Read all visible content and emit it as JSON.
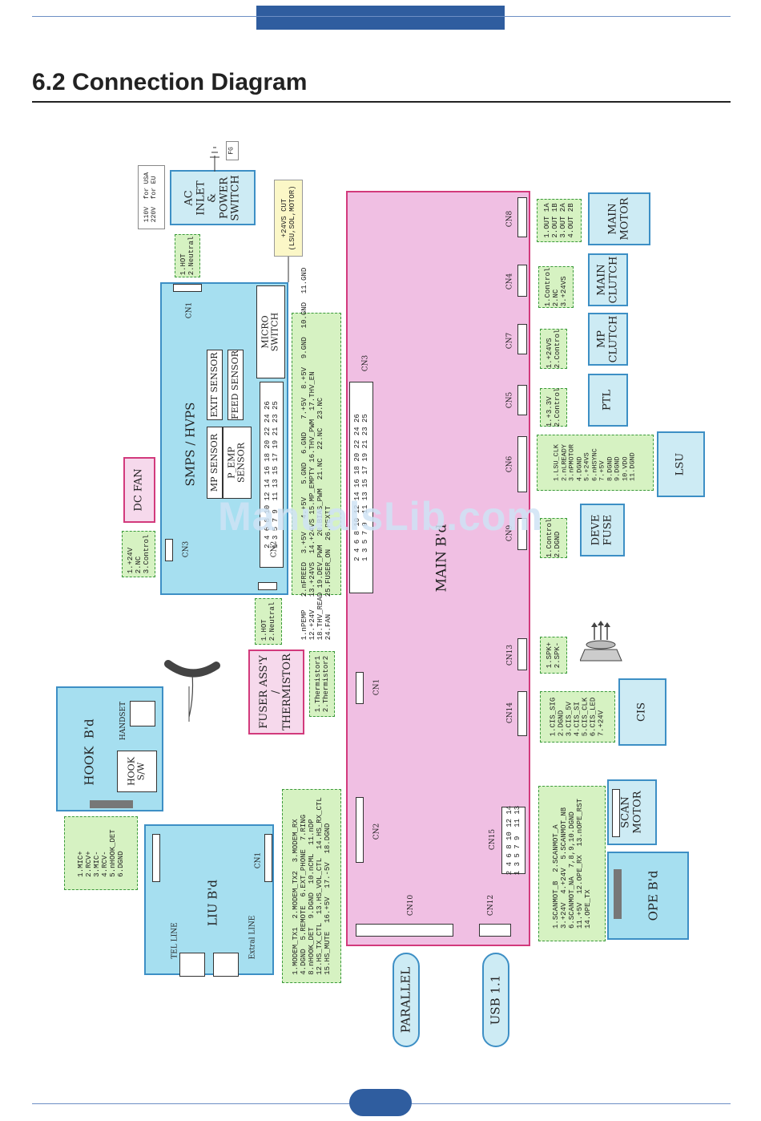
{
  "page": {
    "title": "6.2  Connection Diagram",
    "watermark": "ManualsLib.com"
  },
  "blocks": {
    "power_note": "110V  for USA\n220V  for EU",
    "fg": "FG",
    "ac_inlet": "AC\nINLET\n&\nPOWER\nSWITCH",
    "ac_pins": "1.HOT\n2.Neutral",
    "smps": "SMPS / HVPS",
    "smps_cn1": "CN1",
    "smps_cn2": "CN2",
    "smps_cn3": "CN3",
    "micro_switch": "MICRO\nSWITCH",
    "micro_note": "+24VS CUT\n(LSU,SOL,MOTOR)",
    "exit_sensor": "EXIT SENSOR",
    "feed_sensor": "FEED SENSOR",
    "mp_sensor": "MP SENSOR",
    "p_emp_sensor": "P_EMP\nSENSOR",
    "smps_pins_even": "2 4 6 8 10 12 14 16 18 20 22 24 26",
    "smps_pins_odd": "1 3 5 7 9  11 13 15 17 19 21 23 25",
    "dc_fan": "DC FAN",
    "fan_pins": "1.+24V\n2.NC\n3.Control",
    "cn3_pins": "1.nPEMP   2.nFREED  3.+5V   4.+5V   5.GND  6.GND   7.+5V  8.+5V  9.GND  10.GND  11.GND\n12.+24V   13.+24VS  14.+24VS 15.MP_EMPTY 16.THV_PWM  17.THV_EN\n18.THV_READ 19.DEV_PWM  20.BIAS_PWM  21.NC  22.NC  23.NC\n24.FAN    25.FUSER_ON  26.PEXIT",
    "main_board": "MAIN B'd",
    "main_cn3": "CN3",
    "main_pins_even": "2 4 6 8 10 12 14 16 18 20 22 24 26",
    "main_pins_odd": "1 3 5 7 9  11 13 15 17 19 21 23 25",
    "fuser_pins": "1.HOT\n2.Neutral",
    "fuser": "FUSER ASS'Y\n/\nTHERMISTOR",
    "thermistor_pins": "1.Thermistor1\n2.Thermistor2",
    "hook_board": "HOOK  B'd",
    "handset": "HANDSET",
    "hook_sw": "HOOK\nS/W",
    "hook_pins": "1.MIC+\n2.RCV+\n3.MIC-\n4.RCV-\n5.nHOOK_DET\n6.DGND",
    "liu_board": "LIU B'd",
    "liu_cn1": "CN1",
    "tel_line": "TEL LINE",
    "ext_line": "Extral LINE",
    "liu_pins": "1.MODEM_TX1  2.MODEM_TX2  3.MODEM_RX\n4.DGND  5.REMOTE  6.EXT_PHONE  7.RING\n8.nHOOK_DET  9.DGND  10.nCML  11.nDP\n12.HS_TX_CTL  13.HS_VOL_CTL  14.HS_RX_CTL\n15.HS_MUTE  16.+5V  17.-5V  18.DGND",
    "main_cn1": "CN1",
    "main_cn2": "CN2",
    "main_cn10": "CN10",
    "main_cn12": "CN12",
    "main_cn15": "CN15",
    "cn15_even": "2 4 6 8 10 12 14",
    "cn15_odd": "1 3 5 7 9  11 13",
    "parallel": "PARALLEL",
    "usb": "USB 1.1",
    "cn8": "CN8",
    "cn4": "CN4",
    "cn7": "CN7",
    "cn5": "CN5",
    "cn6": "CN6",
    "cn9": "CN9",
    "cn13": "CN13",
    "cn14": "CN14",
    "main_motor": "MAIN\nMOTOR",
    "motor_pins": "1.OUT 1A\n2.OUT 1B\n3.OUT 2A\n4.OUT 2B",
    "main_clutch": "MAIN\nCLUTCH",
    "clutch_pins": "1.Control\n2.NC\n3.+24VS",
    "mp_clutch": "MP\nCLUTCH",
    "mp_pins": "1.+24VS\n2.Control",
    "ptl": "PTL",
    "ptl_pins": "1.+3.3V\n2.Control",
    "lsu": "LSU",
    "lsu_pins": "1.LSU_CLK\n2.nLREADY\n3.nPMOTOR\n4.DGND\n5.+24VS\n6.nHSYNC\n7.+5V\n8.DGND\n9.DGND\n10.VDO\n11.DGND",
    "deve_fuse": "DEVE\nFUSE",
    "deve_pins": "1.Control\n2.DGND",
    "spk_pins": "1.SPK+\n2.SPK-",
    "cis": "CIS",
    "cis_pins": "1.CIS_SIG\n2.DGND\n3.CIS_5V\n4.CIS_SI\n5.CIS_CLK\n6.CIS_LED\n7.+24V",
    "scan_motor": "SCAN\nMOTOR",
    "ope_board": "OPE B'd",
    "scan_pins": "1.SCANMOT_B  2.SCANMOT_A\n3.+24V  4.+24V  5.SCANMOT_NB\n6.SCANMOT_NA  7,8,9,10.DGND\n11.+5V  12.OPE_RX  13.nOPE_RST\n14.OPE_TX"
  }
}
